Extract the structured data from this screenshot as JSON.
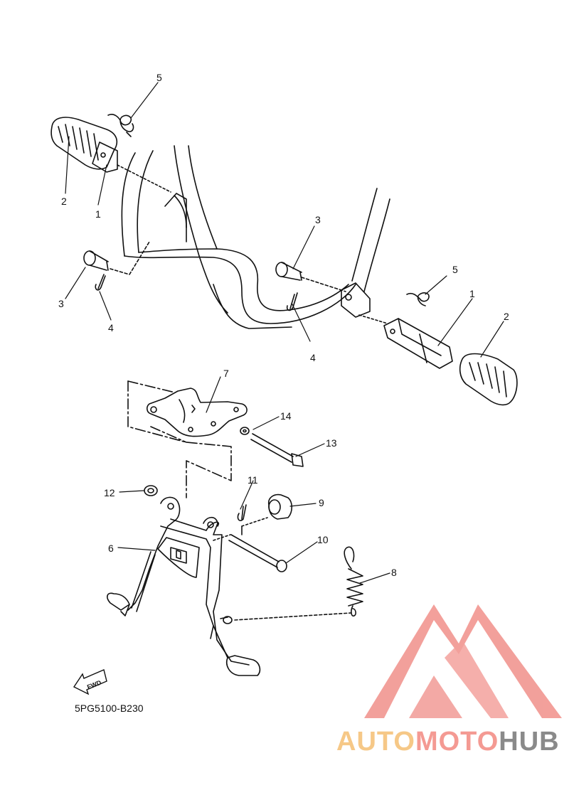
{
  "callouts": [
    "5",
    "2",
    "1",
    "3",
    "4",
    "3",
    "5",
    "1",
    "2",
    "4",
    "7",
    "14",
    "13",
    "12",
    "9",
    "11",
    "6",
    "10",
    "8"
  ],
  "fwd_label": "FWD",
  "diagram_code": "5PG5100-B230",
  "watermark": {
    "part1": "AUTO",
    "part2": "MOTO",
    "part3": "HUB",
    "colors": {
      "auto": "#f6c887",
      "moto": "#f49a93",
      "hub": "#8a8a8a",
      "mark": "#f29b96"
    }
  }
}
